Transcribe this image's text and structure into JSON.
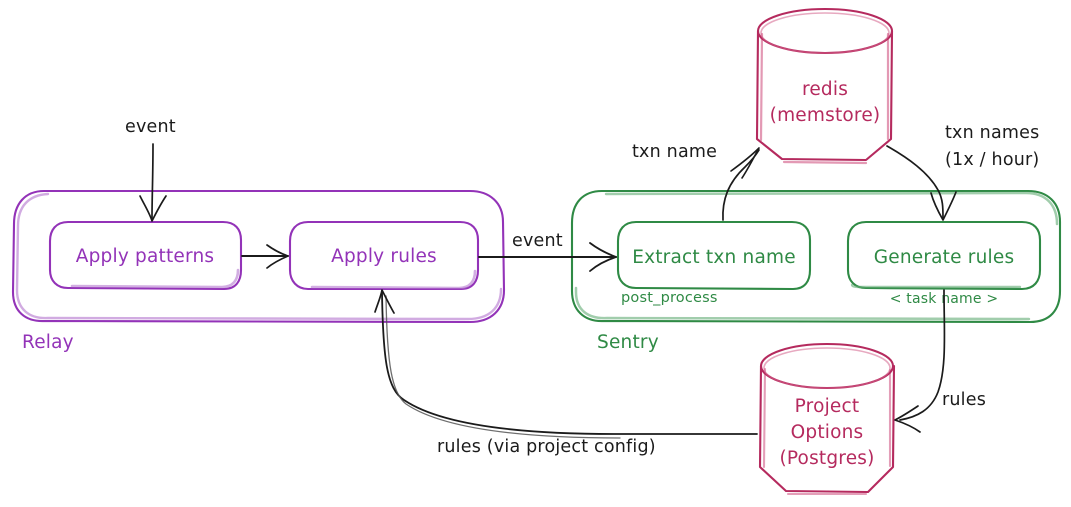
{
  "diagram": {
    "title": "Relay and Sentry transaction-name rule pipeline",
    "style": "hand-drawn whiteboard sketch",
    "background": "#ffffff"
  },
  "colors": {
    "purple": "#9333b8",
    "purple_light": "#b478cf",
    "green": "#2f8a45",
    "green_light": "#63ab74",
    "crimson": "#b52a5e",
    "crimson_light": "#d4628c",
    "ink": "#1b1b1b",
    "ink_soft": "#555555"
  },
  "groups": [
    {
      "id": "relay",
      "label": "Relay",
      "color": "#9333b8",
      "nodes": [
        {
          "id": "apply-patterns",
          "label": "Apply patterns",
          "sublabel": ""
        },
        {
          "id": "apply-rules",
          "label": "Apply rules",
          "sublabel": ""
        }
      ]
    },
    {
      "id": "sentry",
      "label": "Sentry",
      "color": "#2f8a45",
      "nodes": [
        {
          "id": "extract-txn-name",
          "label": "Extract txn name",
          "sublabel": "post_process"
        },
        {
          "id": "generate-rules",
          "label": "Generate rules",
          "sublabel": "< task name >"
        }
      ]
    }
  ],
  "datastores": [
    {
      "id": "redis",
      "lines": [
        "redis",
        "(memstore)"
      ],
      "color": "#b52a5e",
      "shape": "cylinder"
    },
    {
      "id": "project-options",
      "lines": [
        "Project",
        "Options",
        "(Postgres)"
      ],
      "color": "#b52a5e",
      "shape": "cylinder"
    }
  ],
  "edges": [
    {
      "id": "edge-event-in",
      "label": "event",
      "from": "external",
      "to": "apply-patterns"
    },
    {
      "id": "edge-patterns-rules",
      "label": "",
      "from": "apply-patterns",
      "to": "apply-rules"
    },
    {
      "id": "edge-event-to-sentry",
      "label": "event",
      "from": "apply-rules",
      "to": "extract-txn-name"
    },
    {
      "id": "edge-txn-name",
      "label": "txn name",
      "from": "extract-txn-name",
      "to": "redis"
    },
    {
      "id": "edge-txn-names",
      "label": "txn names\n(1x / hour)",
      "label_line1": "txn names",
      "label_line2": "(1x / hour)",
      "from": "redis",
      "to": "generate-rules"
    },
    {
      "id": "edge-rules-to-db",
      "label": "rules",
      "from": "generate-rules",
      "to": "project-options"
    },
    {
      "id": "edge-rules-to-relay",
      "label": "rules (via project config)",
      "from": "project-options",
      "to": "apply-rules"
    }
  ]
}
